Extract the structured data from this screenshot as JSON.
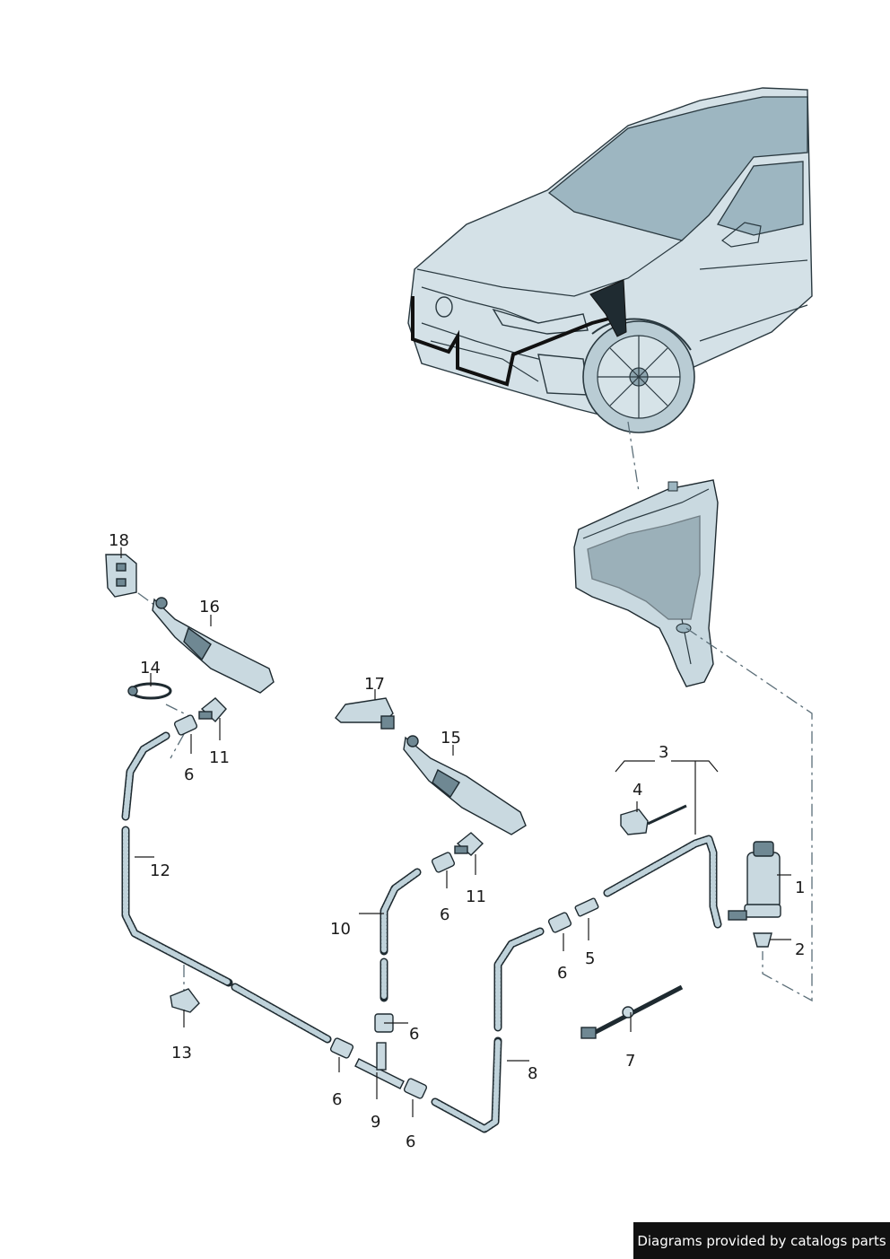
{
  "callouts": [
    "1",
    "2",
    "3",
    "4",
    "5",
    "6",
    "7",
    "8",
    "9",
    "10",
    "11",
    "12",
    "13",
    "14",
    "15",
    "16",
    "17",
    "18"
  ],
  "credit": "Diagrams provided by catalogs parts"
}
